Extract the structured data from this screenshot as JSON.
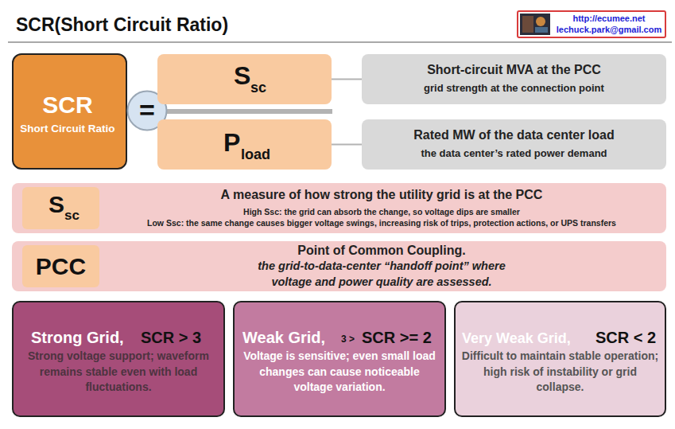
{
  "diagram": {
    "title": "SCR(Short Circuit Ratio)",
    "nodes": [
      {
        "text": [
          "http://ecumee.net",
          "lechuck.park@gmail.com"
        ]
      },
      {
        "text": [
          "SCR",
          "Short Circuit Ratio"
        ]
      },
      {
        "text": [
          "="
        ]
      },
      {
        "text": [
          "S",
          "sc"
        ]
      },
      {
        "text": [
          "Short-circuit MVA at the PCC",
          "grid strength at the connection point"
        ]
      },
      {
        "text": [
          "P",
          "load"
        ]
      },
      {
        "text": [
          "Rated MW of the data center load",
          "the data center’s rated power demand"
        ]
      },
      {
        "text": [
          "A measure of how strong the utility grid is at the PCC",
          "High Ssc: the grid can absorb the change, so voltage dips are smaller",
          "Low Ssc: the same change causes bigger voltage swings, increasing risk of trips, protection actions, or UPS transfers"
        ]
      },
      {
        "text": [
          "S",
          "sc"
        ],
        "in": 7
      },
      {
        "text": [
          "Point of Common Coupling.",
          "the grid-to-data-center “handoff point” where voltage and power quality are assessed."
        ]
      },
      {
        "text": [
          "PCC"
        ],
        "in": 9
      },
      {
        "text": [
          "Strong Grid,",
          "SCR > 3",
          "Strong voltage support; waveform remains stable even with load fluctuations."
        ]
      },
      {
        "text": [
          "Weak Grid,",
          "3 >",
          "SCR >= 2",
          "Voltage is sensitive; even small load changes can cause noticeable voltage variation."
        ]
      },
      {
        "text": [
          "Very Weak Grid,",
          "SCR < 2",
          "Difficult to maintain stable operation; high risk of instability or grid collapse."
        ]
      }
    ],
    "edges": [
      {
        "from": 3,
        "to": 4,
        "arrow": "none"
      },
      {
        "from": 5,
        "to": 6,
        "arrow": "none"
      }
    ]
  }
}
